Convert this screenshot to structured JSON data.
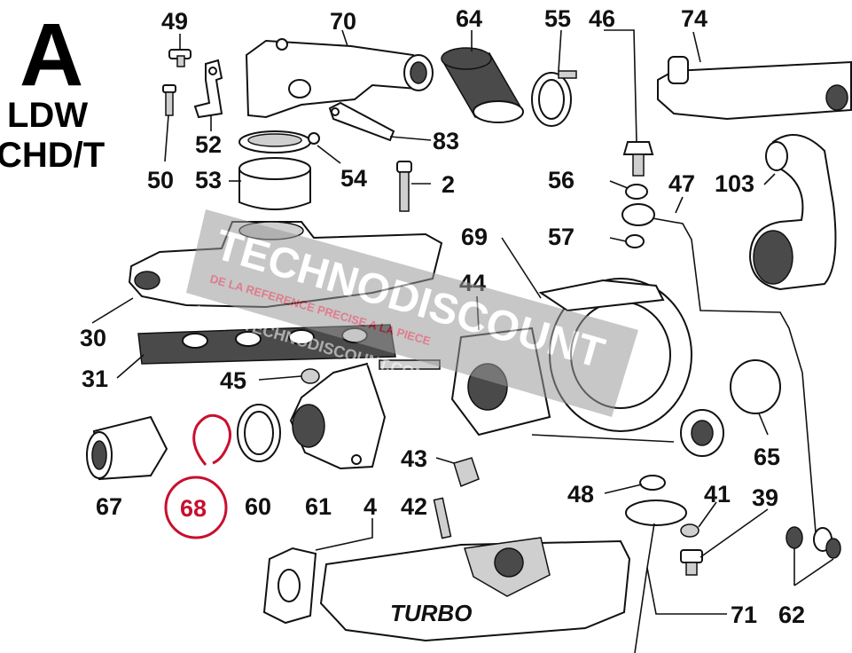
{
  "header": {
    "letter": "A",
    "model_line1": "LDW",
    "model_line2": "CHD/T"
  },
  "highlight_color": "#c8102e",
  "watermark": {
    "text": "TECHNODISCOUNT",
    "subtext": "DE LA REFERENCE PRECISE A LA PIECE",
    "url": "WWW.TECHNODISCOUNT.COM"
  },
  "embossed_text": "TURBO",
  "callouts": [
    {
      "id": "49",
      "label": "49"
    },
    {
      "id": "70",
      "label": "70"
    },
    {
      "id": "64",
      "label": "64"
    },
    {
      "id": "55",
      "label": "55"
    },
    {
      "id": "46",
      "label": "46"
    },
    {
      "id": "74",
      "label": "74"
    },
    {
      "id": "52",
      "label": "52"
    },
    {
      "id": "83",
      "label": "83"
    },
    {
      "id": "50",
      "label": "50"
    },
    {
      "id": "53",
      "label": "53"
    },
    {
      "id": "54",
      "label": "54"
    },
    {
      "id": "2",
      "label": "2"
    },
    {
      "id": "56",
      "label": "56"
    },
    {
      "id": "47",
      "label": "47"
    },
    {
      "id": "103",
      "label": "103"
    },
    {
      "id": "69",
      "label": "69"
    },
    {
      "id": "57",
      "label": "57"
    },
    {
      "id": "44",
      "label": "44"
    },
    {
      "id": "30",
      "label": "30"
    },
    {
      "id": "31",
      "label": "31"
    },
    {
      "id": "45",
      "label": "45"
    },
    {
      "id": "65",
      "label": "65"
    },
    {
      "id": "43",
      "label": "43"
    },
    {
      "id": "48",
      "label": "48"
    },
    {
      "id": "41",
      "label": "41"
    },
    {
      "id": "39",
      "label": "39"
    },
    {
      "id": "67",
      "label": "67"
    },
    {
      "id": "68",
      "label": "68",
      "highlighted": true
    },
    {
      "id": "60",
      "label": "60"
    },
    {
      "id": "61",
      "label": "61"
    },
    {
      "id": "4",
      "label": "4"
    },
    {
      "id": "42",
      "label": "42"
    },
    {
      "id": "71",
      "label": "71"
    },
    {
      "id": "62",
      "label": "62"
    }
  ]
}
